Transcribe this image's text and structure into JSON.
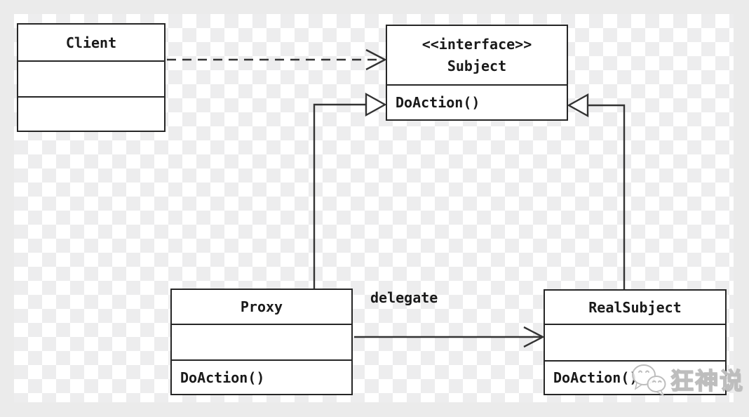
{
  "diagram": {
    "type": "uml-class-diagram",
    "pattern": "Proxy",
    "classes": {
      "client": {
        "title": "Client"
      },
      "subject": {
        "stereotype": "<<interface>>",
        "title": "Subject",
        "method": "DoAction()"
      },
      "proxy": {
        "title": "Proxy",
        "method": "DoAction()"
      },
      "real_subject": {
        "title": "RealSubject",
        "method": "DoAction()"
      }
    },
    "edges": {
      "client_to_subject": {
        "kind": "dependency-dashed-open-arrow"
      },
      "proxy_to_subject": {
        "kind": "realization-hollow-triangle"
      },
      "realsubject_to_subject": {
        "kind": "realization-hollow-triangle"
      },
      "proxy_to_realsubject": {
        "kind": "association-open-arrow",
        "label": "delegate"
      }
    },
    "watermark": {
      "icon": "wechat-icon",
      "text": "狂神说"
    }
  },
  "colors": {
    "page_background": "#ebebeb",
    "checker_light": "#ffffff",
    "checker_dark": "#ededee",
    "box_fill": "#ffffff",
    "box_border": "#262626",
    "line": "#333333",
    "text": "#1a1a1a",
    "watermark_fill": "#ffffff",
    "watermark_outline": "#bdbdbd"
  }
}
